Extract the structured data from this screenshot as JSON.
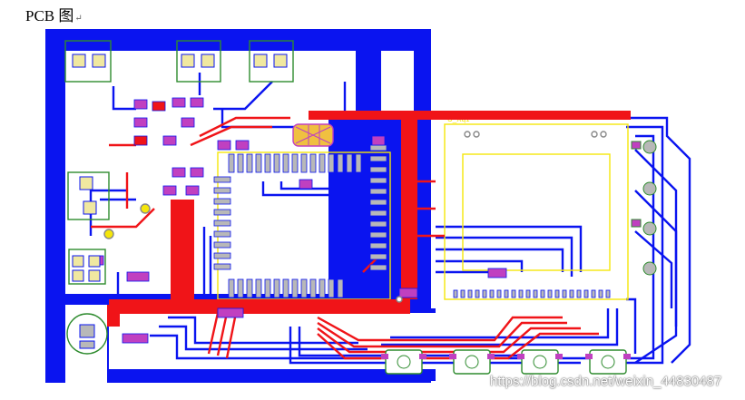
{
  "caption": {
    "text": "PCB 图",
    "paragraph_mark": "↵"
  },
  "board": {
    "silkscreen_label": "U_Xq1",
    "colors": {
      "bottom_copper": "#0a14f0",
      "top_copper": "#f01418",
      "silkscreen": "#f5e60a",
      "keepout": "#2e8b2e",
      "pad": "#b8b8b8",
      "via": "#c040c0"
    }
  },
  "watermark": "https://blog.csdn.net/weixin_44830487"
}
